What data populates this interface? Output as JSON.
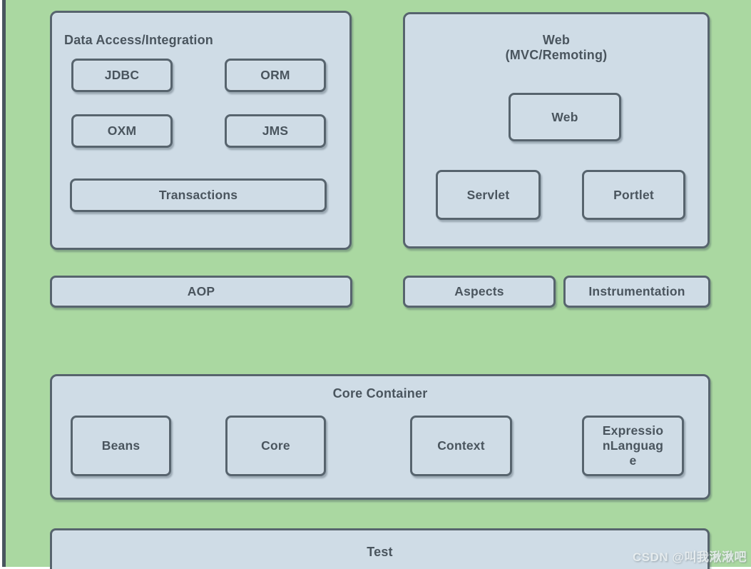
{
  "colors": {
    "background_green": "#aad8a1",
    "box_fill": "#cfdce6",
    "box_border": "#57646e",
    "text": "#4a555e",
    "left_rule": "#49565f"
  },
  "diagram": {
    "data_access": {
      "title": "Data Access/Integration",
      "items": {
        "jdbc": "JDBC",
        "orm": "ORM",
        "oxm": "OXM",
        "jms": "JMS",
        "transactions": "Transactions"
      }
    },
    "web": {
      "title": "Web",
      "subtitle": "(MVC/Remoting)",
      "items": {
        "web": "Web",
        "servlet": "Servlet",
        "portlet": "Portlet"
      }
    },
    "middle_row": {
      "aop": "AOP",
      "aspects": "Aspects",
      "instrumentation": "Instrumentation"
    },
    "core_container": {
      "title": "Core Container",
      "items": {
        "beans": "Beans",
        "core": "Core",
        "context": "Context",
        "expression_language": "ExpressionLanguage"
      }
    },
    "test": {
      "title": "Test"
    }
  },
  "watermark": {
    "text": "CSDN @叫我湫湫吧"
  }
}
